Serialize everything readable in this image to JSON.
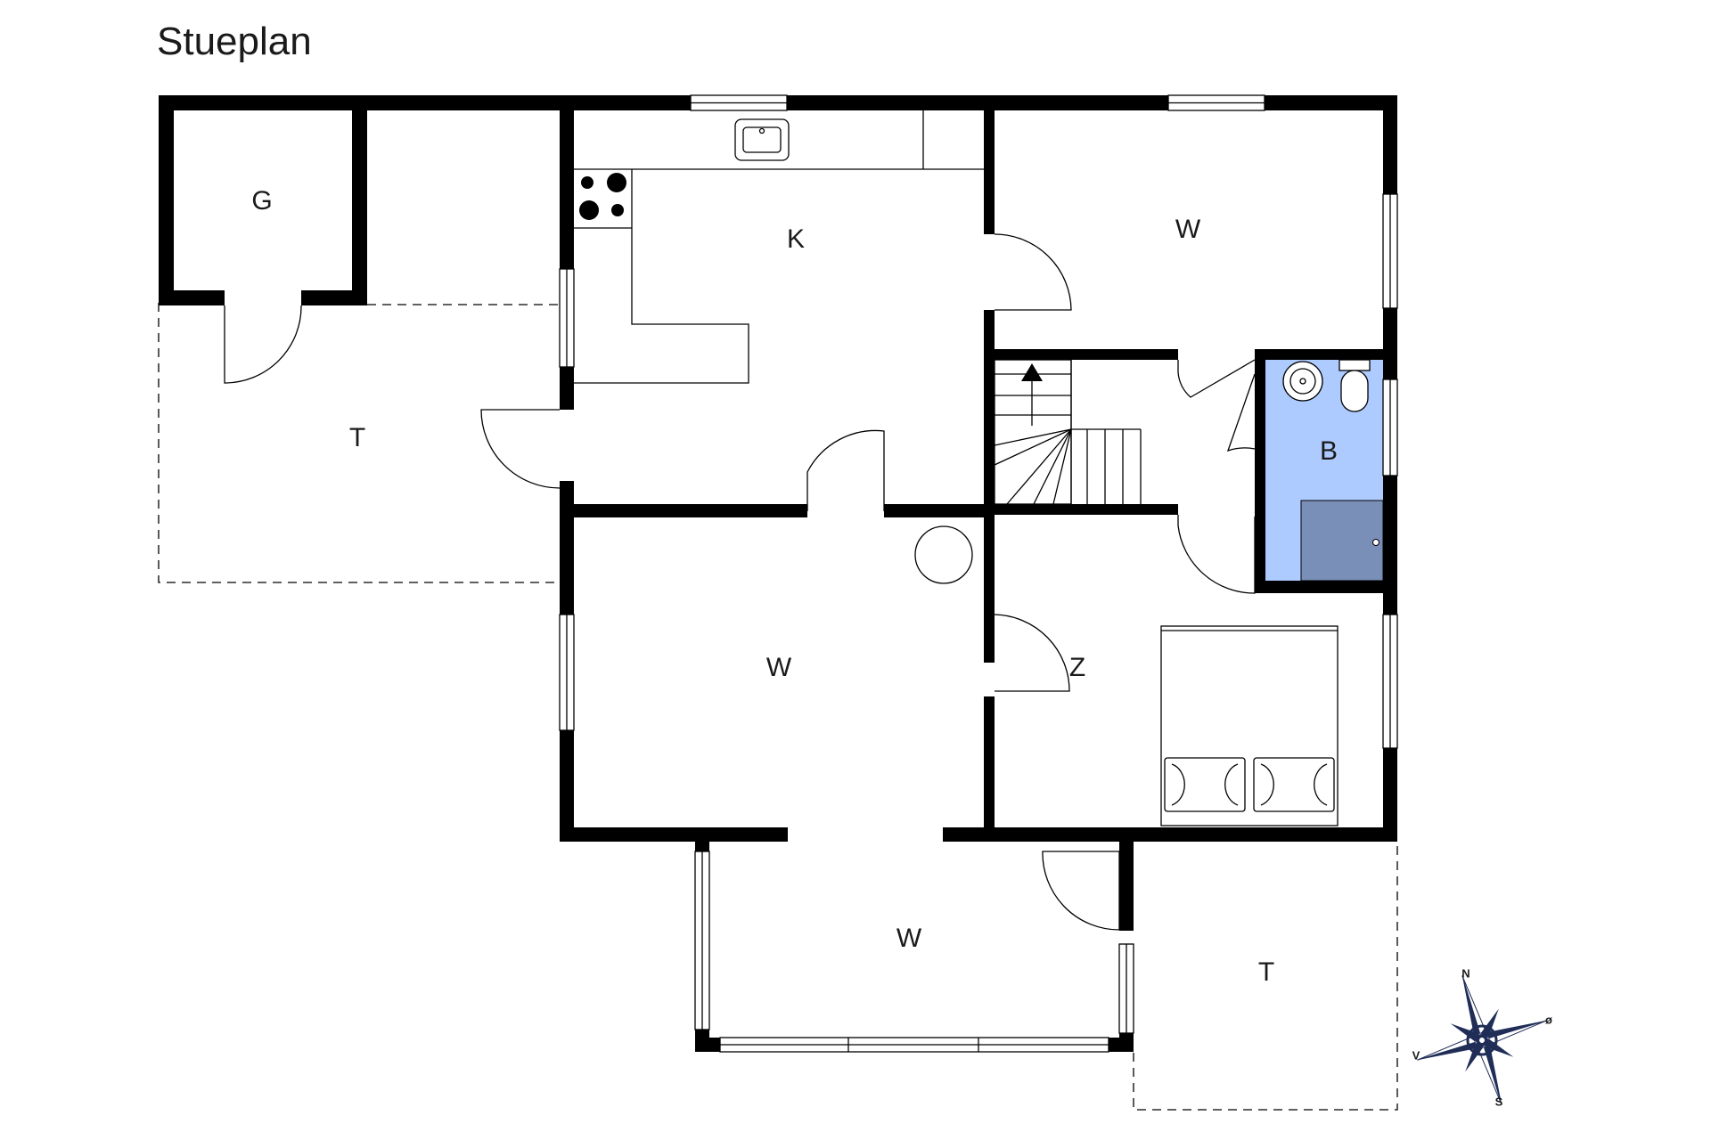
{
  "title": "Stueplan",
  "rooms": {
    "garage": "G",
    "terrace_west": "T",
    "kitchen": "K",
    "living_ne": "W",
    "bath": "B",
    "living_main": "W",
    "bedroom": "Z",
    "living_south": "W",
    "terrace_south": "T"
  },
  "compass": {
    "north": "N",
    "east": "ø",
    "south": "S",
    "west": "V"
  },
  "colors": {
    "wall": "#000000",
    "bath_floor": "#aecbff",
    "shower_floor": "#7a8fb8",
    "compass_navy": "#1f2d57"
  }
}
